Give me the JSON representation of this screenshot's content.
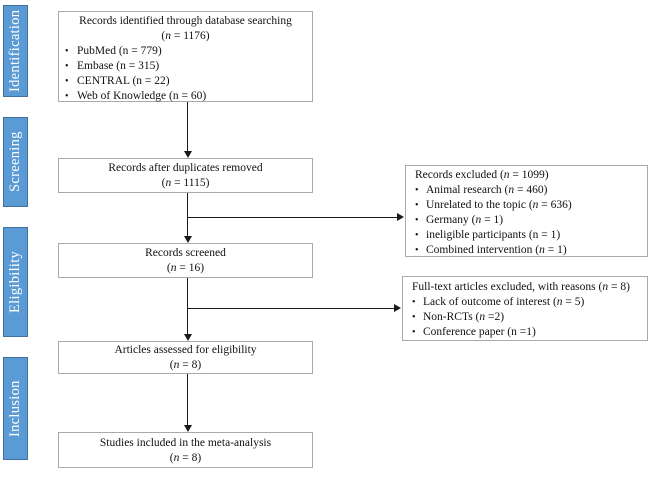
{
  "bullet_char": "•",
  "stages": [
    {
      "label": "Identification"
    },
    {
      "label": "Screening"
    },
    {
      "label": "Eligibility"
    },
    {
      "label": "Inclusion"
    }
  ],
  "flow_boxes": {
    "identified": {
      "line1": "Records identified through database searching",
      "line2": "(*n* = 1176)",
      "items": [
        "PubMed (n = 779)",
        "Embase (n = 315)",
        "CENTRAL (n = 22)",
        "Web of Knowledge (n = 60)"
      ]
    },
    "duplicates_removed": {
      "line1": "Records after duplicates removed",
      "line2": "(*n* = 1115)"
    },
    "screened": {
      "line1": "Records screened",
      "line2": "(*n* = 16)"
    },
    "assessed": {
      "line1": "Articles assessed for eligibility",
      "line2": "(*n* = 8)"
    },
    "included": {
      "line1": "Studies included in the meta-analysis",
      "line2": "(*n* = 8)"
    }
  },
  "exclusion_boxes": {
    "records_excluded": {
      "title": "Records excluded (*n* = 1099)",
      "items": [
        "Animal research (*n* = 460)",
        "Unrelated to the topic (*n* = 636)",
        "Germany (*n* = 1)",
        "ineligible participants (n = 1)",
        "Combined intervention (*n* = 1)"
      ]
    },
    "fulltext_excluded": {
      "title": "Full-text articles excluded, with reasons (*n* = 8)",
      "items": [
        "Lack of outcome of interest (*n* = 5)",
        "Non-RCTs (*n* =2)",
        "Conference paper  (n =1)"
      ]
    }
  },
  "colors": {
    "stage_fill": "#5b9bd5",
    "stage_border": "#41719c",
    "box_border": "#a9a9a9",
    "arrow": "#1a1a1a"
  }
}
